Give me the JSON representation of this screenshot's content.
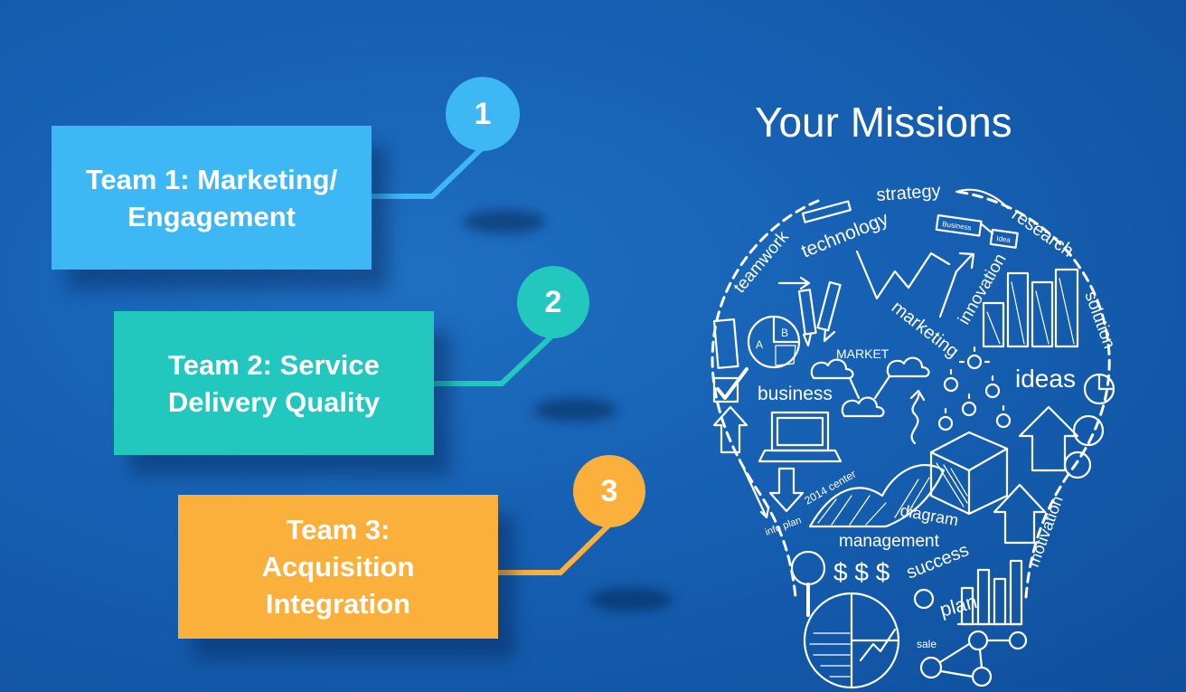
{
  "slide": {
    "title": "Your Missions",
    "teams": [
      {
        "number": "1",
        "label": "Team 1: Marketing/\nEngagement",
        "color": "#3db8f5"
      },
      {
        "number": "2",
        "label": "Team 2: Service\nDelivery Quality",
        "color": "#22c7bd"
      },
      {
        "number": "3",
        "label": "Team 3:\nAcquisition\nIntegration",
        "color": "#fbb03b"
      }
    ],
    "bulb_words": {
      "strategy": "strategy",
      "teamwork": "teamwork",
      "technology": "technology",
      "research": "research",
      "business_tag": "Business",
      "idea_tag": "Idea",
      "innovation": "innovation",
      "solution": "solution",
      "market": "MARKET",
      "marketing": "marketing",
      "ideas": "ideas",
      "business": "business",
      "diagram": "diagram",
      "management": "management",
      "success": "success",
      "motivation": "motivation",
      "plan": "plan",
      "sale": "sale",
      "info_plan": "info plan",
      "center": "2014 center",
      "dollars": "$ $ $",
      "pie_a": "A",
      "pie_b": "B"
    }
  }
}
